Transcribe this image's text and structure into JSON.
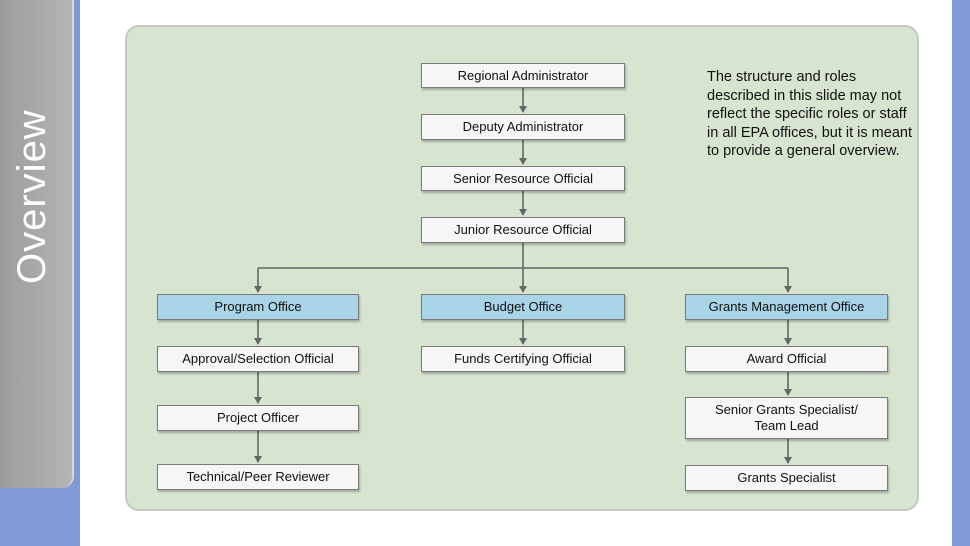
{
  "slide": {
    "side_title": "Overview",
    "note": "The structure and roles described in this slide may not reflect the specific roles or staff in all EPA offices, but it is meant to provide a general overview."
  },
  "org_chart": {
    "chain": [
      "Regional Administrator",
      "Deputy Administrator",
      "Senior Resource Official",
      "Junior Resource Official"
    ],
    "offices": [
      {
        "name": "Program Office",
        "roles": [
          "Approval/Selection Official",
          "Project Officer",
          "Technical/Peer Reviewer"
        ]
      },
      {
        "name": "Budget Office",
        "roles": [
          "Funds Certifying Official"
        ]
      },
      {
        "name": "Grants Management Office",
        "roles": [
          "Award Official",
          "Senior Grants Specialist/ Team Lead",
          "Grants Specialist"
        ]
      }
    ]
  },
  "colors": {
    "frame": "#7f9ad6",
    "panel": "#d7e4d0",
    "office_fill": "#a9d3e6",
    "node_fill": "#f6f6f6",
    "connector": "#666666"
  }
}
